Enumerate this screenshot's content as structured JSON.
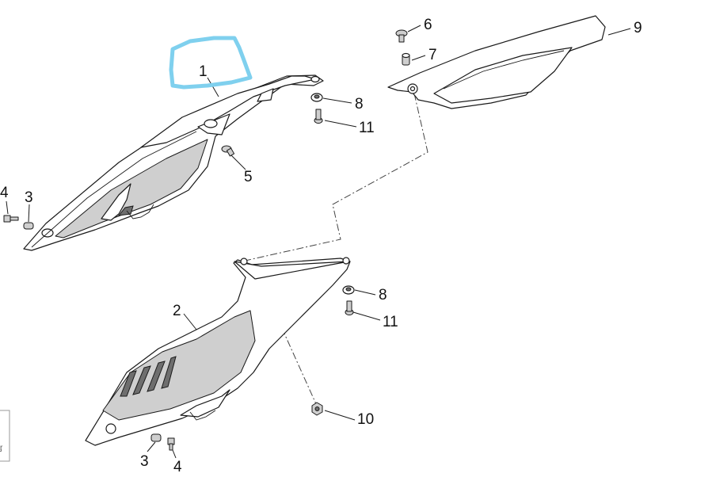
{
  "callouts": {
    "part_1": "1",
    "part_2": "2",
    "part_3_upper": "3",
    "part_3_lower": "3",
    "part_4_upper": "4",
    "part_4_lower": "4",
    "part_5": "5",
    "part_6": "6",
    "part_7": "7",
    "part_8_upper": "8",
    "part_8_lower": "8",
    "part_9": "9",
    "part_10": "10",
    "part_11_upper": "11",
    "part_11_lower": "11"
  },
  "highlight": {
    "color": "#7fd0ee",
    "target": "part_1"
  },
  "colors": {
    "line": "#1a1a1a",
    "shade": "#cfcfcf",
    "background": "#ffffff"
  },
  "corner_stamp": "ᶉ"
}
